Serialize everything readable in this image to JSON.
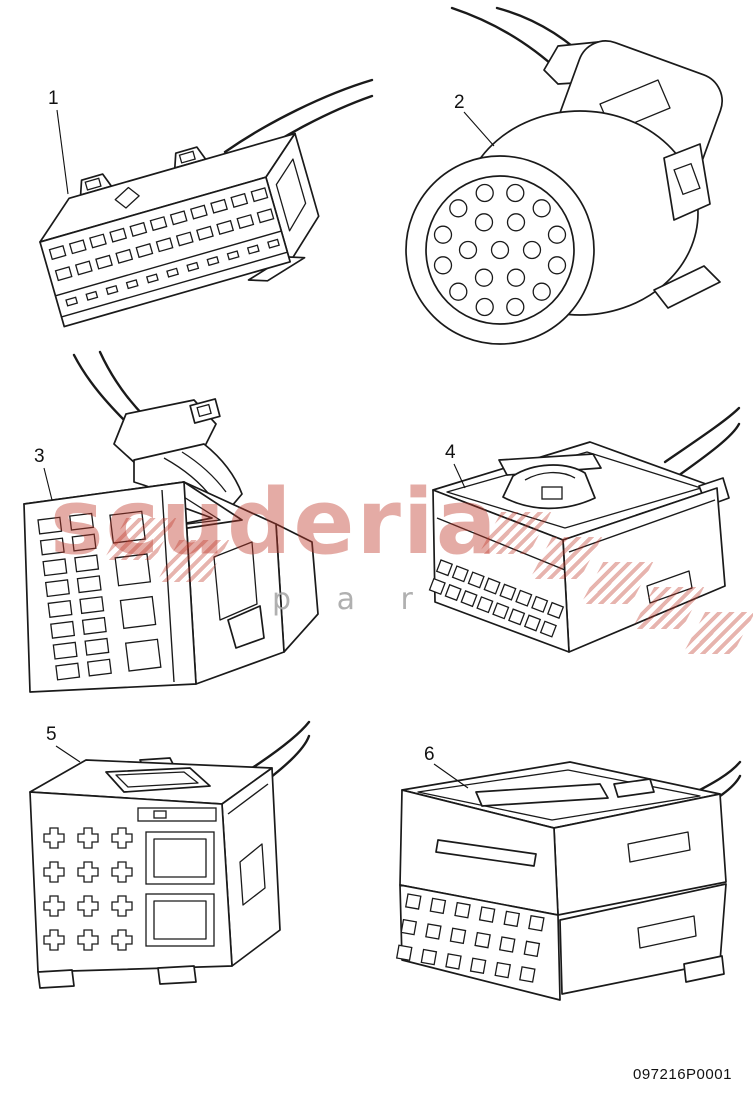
{
  "diagram": {
    "part_number": "097216P0001",
    "figures": [
      {
        "label": "1"
      },
      {
        "label": "2"
      },
      {
        "label": "3"
      },
      {
        "label": "4"
      },
      {
        "label": "5"
      },
      {
        "label": "6"
      }
    ]
  },
  "watermark": {
    "title": "scuderia",
    "subtitle": "p a r"
  },
  "colors": {
    "watermark_red": "#c0392b",
    "watermark_gray": "#a8a8a8",
    "line": "#1a1a1a"
  }
}
